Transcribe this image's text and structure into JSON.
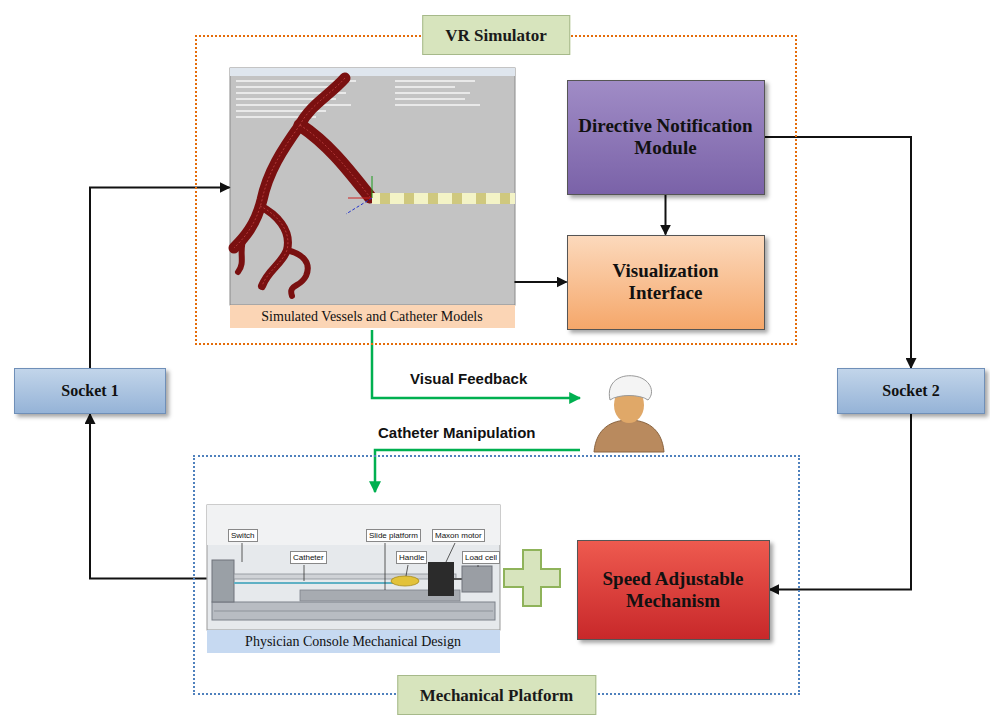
{
  "diagram": {
    "nodes": [
      {
        "text": [
          "VR Simulator"
        ]
      },
      {
        "text": [
          "Simulated Vessels and Catheter Models"
        ],
        "in": 0
      },
      {
        "text": [
          "Directive Notification Module"
        ],
        "in": 0
      },
      {
        "text": [
          "Visualization Interface"
        ],
        "in": 0
      },
      {
        "text": [
          "Socket 1"
        ]
      },
      {
        "text": [
          "Socket 2"
        ]
      },
      {
        "text": [
          "Mechanical Platform"
        ]
      },
      {
        "text": [
          "Physician Console Mechanical Design"
        ],
        "in": 6
      },
      {
        "text": [
          "Speed Adjustable Mechanism"
        ],
        "in": 6
      }
    ],
    "edges": [
      {
        "from": 7,
        "to": 4,
        "arrow": "to"
      },
      {
        "from": 4,
        "to": 1,
        "arrow": "to"
      },
      {
        "from": 1,
        "to": 3,
        "arrow": "to"
      },
      {
        "from": 2,
        "to": 3,
        "arrow": "to"
      },
      {
        "from": 2,
        "to": 5,
        "arrow": "to"
      },
      {
        "from": 5,
        "to": 8,
        "arrow": "to"
      }
    ],
    "labels": [
      "Visual Feedback",
      "Catheter Manipulation",
      "Switch",
      "Catheter",
      "Slide platform",
      "Maxon motor",
      "Handle",
      "Load cell"
    ]
  }
}
